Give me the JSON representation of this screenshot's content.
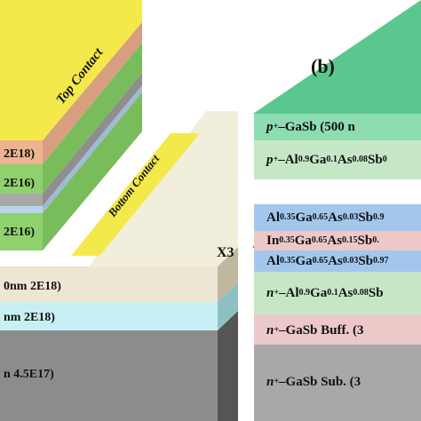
{
  "panel_a": {
    "top_contact": "Top Contact",
    "bottom_contact": "Bottom Contact",
    "layer_labels": [
      "2E18)",
      "2E16)",
      "2E16)",
      "0nm 2E18)",
      "nm 2E18)",
      "n 4.5E17)"
    ]
  },
  "panel_b": {
    "panel_label": "(b)",
    "repeat_label": "X3",
    "layers": [
      {
        "html": "<i>p</i><sup>+</sup>–GaSb (500 n"
      },
      {
        "html": "<i>p</i><sup>+</sup>–Al<sub>0.9</sub>Ga<sub>0.1</sub>As<sub>0.08</sub>Sb<sub>0</sub>"
      },
      {
        "html": "Al<sub>0.35</sub>Ga<sub>0.65</sub>As<sub>0.03</sub>Sb<sub>0.9</sub>"
      },
      {
        "html": "In<sub>0.35</sub>Ga<sub>0.65</sub>As<sub>0.15</sub>Sb<sub>0.</sub>"
      },
      {
        "html": "Al<sub>0.35</sub>Ga<sub>0.65</sub>As<sub>0.03</sub>Sb<sub>0.97</sub>"
      },
      {
        "html": "<i>n</i><sup>+</sup>–Al<sub>0.9</sub>Ga<sub>0.1</sub>As<sub>0.08</sub>Sb"
      },
      {
        "html": "<i>n</i><sup>+</sup>–GaSb Buff. (3"
      },
      {
        "html": "<i>n</i><sup>+</sup>–GaSb Sub. (3"
      }
    ]
  },
  "colors": {
    "yellow": "#f4e94a",
    "top_pink": "#d98b8b",
    "peach": "#ecb48f",
    "green": "#8ed16d",
    "gray_thin": "#a8a8a8",
    "beige": "#ece6d2",
    "cyan": "#c8f0f4",
    "substrate": "#8c8c8c",
    "teal_top": "#5ac88e",
    "light_green": "#c6e7c6",
    "blue": "#a3c7ec",
    "pink": "#ecc8c8",
    "gray": "#a8a8a8"
  }
}
